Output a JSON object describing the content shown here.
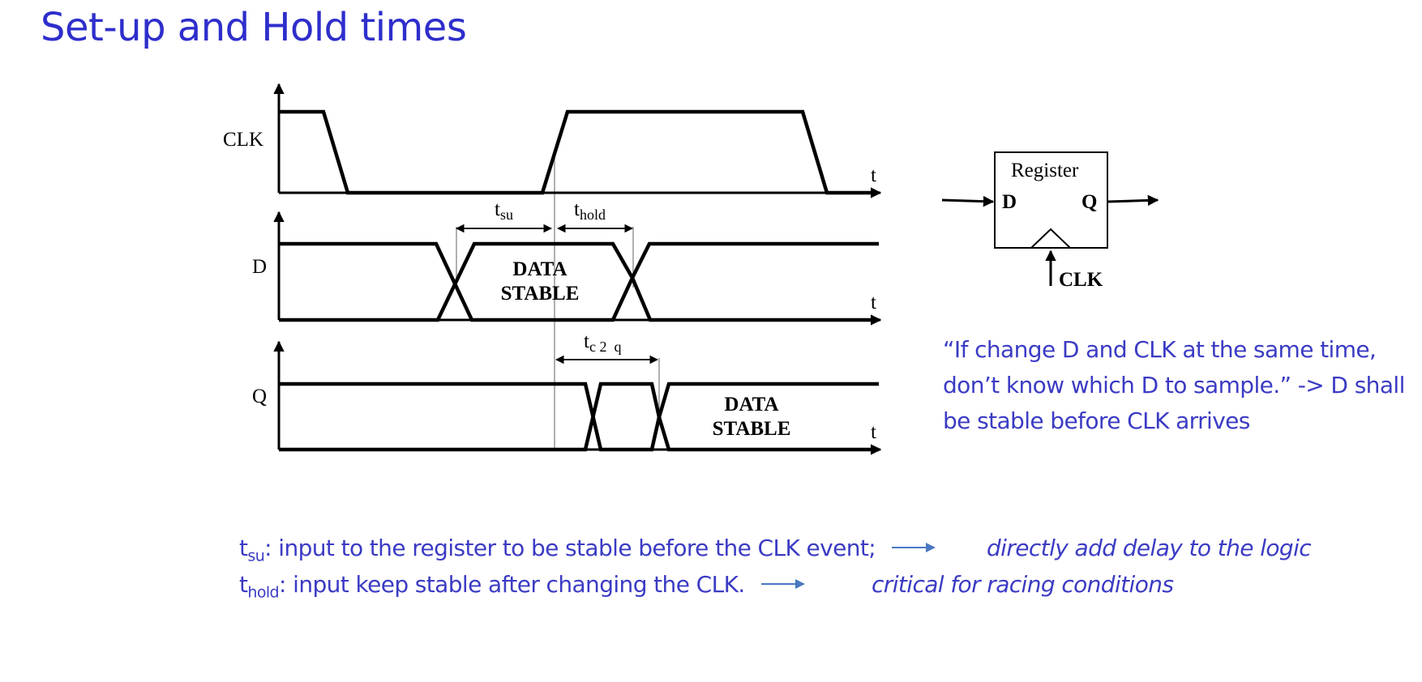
{
  "title": "Set-up and Hold times",
  "signals": {
    "clk": "CLK",
    "d": "D",
    "q": "Q",
    "time_axis": "t"
  },
  "intervals": {
    "tsu_main": "t",
    "tsu_sub": "su",
    "thold_main": "t",
    "thold_sub": "hold",
    "tc2q_main": "t",
    "tc2q_sub": "c 2  q"
  },
  "stable_labels": {
    "line1": "DATA",
    "line2": "STABLE"
  },
  "register": {
    "title": "Register",
    "input": "D",
    "output": "Q",
    "clock": "CLK"
  },
  "quote": "“If change D and CLK at the same time, don’t know which D to sample.” -> D shall be stable before CLK arrives",
  "notes": [
    {
      "symbol": "t",
      "subscript": "su",
      "text": ": input to the register to be stable before the CLK event;",
      "consequence": "directly add delay to the logic"
    },
    {
      "symbol": "t",
      "subscript": "hold",
      "text": ": input keep stable after changing the CLK.",
      "consequence": "critical for racing conditions"
    }
  ],
  "colors": {
    "title": "#2e2ecc",
    "text": "#3b3bc4",
    "arrow": "#4a78c0",
    "guide": "#a8a8a8"
  }
}
